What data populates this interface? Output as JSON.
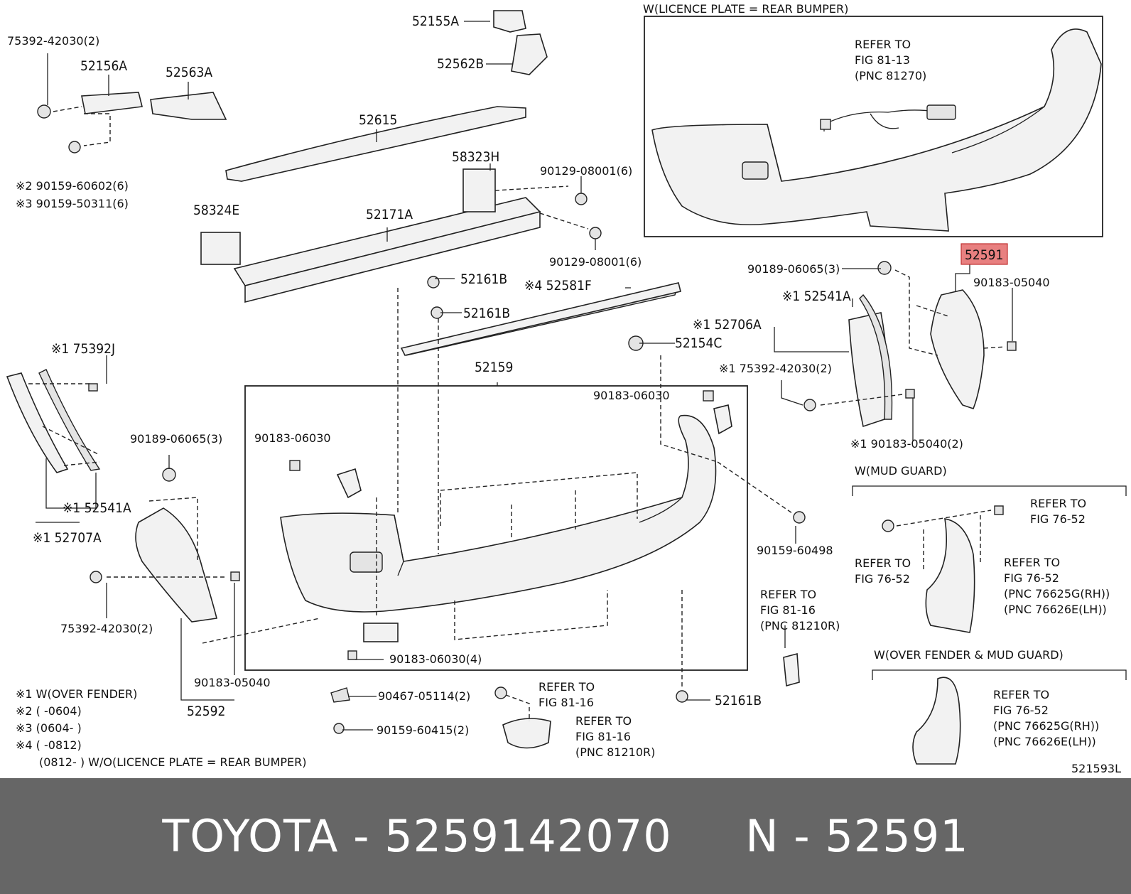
{
  "labels": {
    "p52155A": "52155A",
    "p52562B": "52562B",
    "p75392_42030_2": "75392-42030(2)",
    "p52156A": "52156A",
    "p52563A": "52563A",
    "p52615": "52615",
    "n2_90159_60602": "※2 90159-60602(6)",
    "n3_90159_50311": "※3 90159-50311(6)",
    "p58323H": "58323H",
    "p90129_a": "90129-08001(6)",
    "p58324E": "58324E",
    "p52171A": "52171A",
    "p90129_b": "90129-08001(6)",
    "p52161B_a": "52161B",
    "p52161B_b": "52161B",
    "n4_52581F": "※4 52581F",
    "p52154C": "52154C",
    "n1_75392J": "※1 75392J",
    "p52159": "52159",
    "p90183_06030_a": "90183-06030",
    "p90183_06030_b": "90183-06030",
    "p90189_06065_left": "90189-06065(3)",
    "n1_52541A_left": "※1 52541A",
    "n1_52707A": "※1 52707A",
    "p75392_42030_left": "75392-42030(2)",
    "p90183_05040_left": "90183-05040",
    "p52592": "52592",
    "p90183_06030_4": "90183-06030(4)",
    "p90467_05114": "90467-05114(2)",
    "p90159_60415": "90159-60415(2)",
    "p52161B_c": "52161B",
    "p90159_60498": "90159-60498",
    "p90189_06065_right": "90189-06065(3)",
    "n1_52541A_right": "※1 52541A",
    "n1_52706A": "※1 52706A",
    "n1_75392_42030": "※1 75392-42030(2)",
    "n1_90183_05040": "※1 90183-05040(2)",
    "p52591": "52591",
    "p90183_05040_right": "90183-05040",
    "diagram_id": "521593L"
  },
  "refer_blocks": {
    "fig81_13": [
      "REFER TO",
      "FIG 81-13",
      "(PNC 81270)"
    ],
    "fig81_16_right": [
      "REFER TO",
      "FIG 81-16",
      "(PNC 81210R)"
    ],
    "fig81_16_bottom_a": [
      "REFER TO",
      "FIG 81-16"
    ],
    "fig81_16_bottom_b": [
      "REFER TO",
      "FIG 81-16",
      "(PNC 81210R)"
    ],
    "fig76_52_a": [
      "REFER TO",
      "FIG 76-52"
    ],
    "fig76_52_b": [
      "REFER TO",
      "FIG 76-52"
    ],
    "fig76_52_c": [
      "REFER TO",
      "FIG 76-52",
      "(PNC 76625G(RH))",
      "(PNC 76626E(LH))"
    ],
    "fig76_52_d": [
      "REFER TO",
      "FIG 76-52",
      "(PNC 76625G(RH))",
      "(PNC 76626E(LH))"
    ]
  },
  "variant_titles": {
    "licence_plate": "W(LICENCE PLATE = REAR BUMPER)",
    "mud_guard": "W(MUD GUARD)",
    "over_fender_mud_guard": "W(OVER FENDER & MUD GUARD)"
  },
  "notes": [
    "※1 W(OVER FENDER)",
    "※2 (        -0604)",
    "※3 (0604-        )",
    "※4 (        -0812)",
    "(0812-        ) W/O(LICENCE PLATE = REAR BUMPER)"
  ],
  "highlight": {
    "part": "52591",
    "color": "#e88080"
  },
  "footer": {
    "text": "TOYOTA - 5259142070     N - 52591"
  }
}
